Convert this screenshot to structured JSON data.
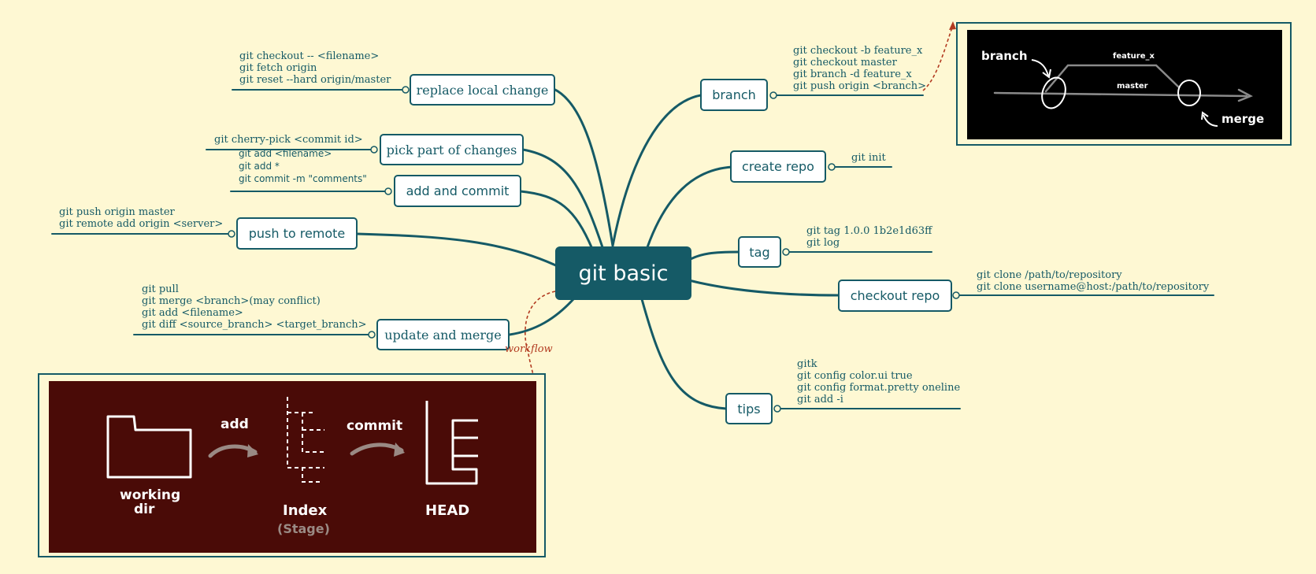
{
  "root": {
    "label": "git basic"
  },
  "branches": {
    "replace_local_change": {
      "label": "replace local change",
      "commands": [
        "git checkout -- <filename>",
        "git fetch origin",
        "git reset --hard origin/master"
      ]
    },
    "pick_part_of_changes": {
      "label": "pick part of changes",
      "commands": [
        "git cherry-pick <commit id>"
      ]
    },
    "add_and_commit": {
      "label": "add and commit",
      "commands": [
        "git add <filename>",
        "git add *",
        "git commit -m \"comments\""
      ]
    },
    "push_to_remote": {
      "label": "push to remote",
      "commands": [
        "git push origin master",
        "git remote add origin <server>"
      ]
    },
    "update_and_merge": {
      "label": "update and merge",
      "commands": [
        "git pull",
        "git merge <branch>(may conflict)",
        "git add <filename>",
        "git diff <source_branch> <target_branch>"
      ]
    },
    "branch": {
      "label": "branch",
      "commands": [
        "git checkout -b feature_x",
        "git checkout master",
        "git branch -d feature_x",
        "git push origin <branch>"
      ]
    },
    "create_repo": {
      "label": "create repo",
      "commands": [
        "git init"
      ]
    },
    "tag": {
      "label": "tag",
      "commands": [
        "git tag 1.0.0 1b2e1d63ff",
        "git log"
      ]
    },
    "checkout_repo": {
      "label": "checkout repo",
      "commands": [
        "git clone /path/to/repository",
        "git clone username@host:/path/to/repository"
      ]
    },
    "tips": {
      "label": "tips",
      "commands": [
        "gitk",
        "git config color.ui true",
        "git config format.pretty oneline",
        "git add -i"
      ]
    }
  },
  "workflow_label": "workflow",
  "branch_image": {
    "branch": "branch",
    "feature_x": "feature_x",
    "master": "master",
    "merge": "merge"
  },
  "workflow_image": {
    "add": "add",
    "commit": "commit",
    "working_dir_line1": "working",
    "working_dir_line2": "dir",
    "index": "Index",
    "stage": "(Stage)",
    "head": "HEAD"
  },
  "colors": {
    "background": "#fef8d3",
    "accent": "#155a66",
    "relationship": "#b23a20",
    "branch_image_bg": "#000000",
    "workflow_image_bg": "#4a0b07"
  }
}
